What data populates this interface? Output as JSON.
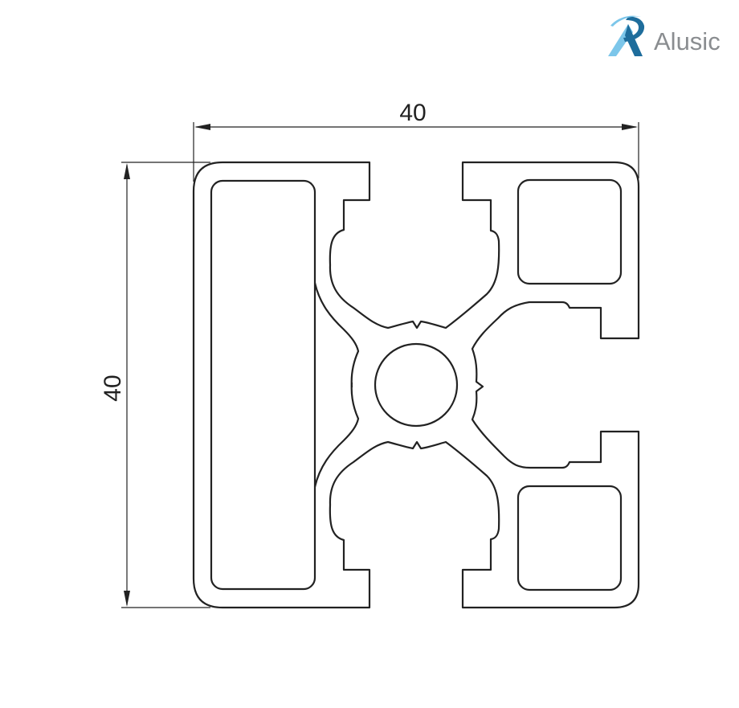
{
  "brand": {
    "name": "Alusic",
    "text_color": "#8a8d90",
    "mark_light_color": "#7cc6ea",
    "mark_dark_color": "#1e6d9c"
  },
  "dimensions": {
    "width_label": "40",
    "height_label": "40"
  },
  "colors": {
    "line": "#222222",
    "background": "#ffffff"
  }
}
